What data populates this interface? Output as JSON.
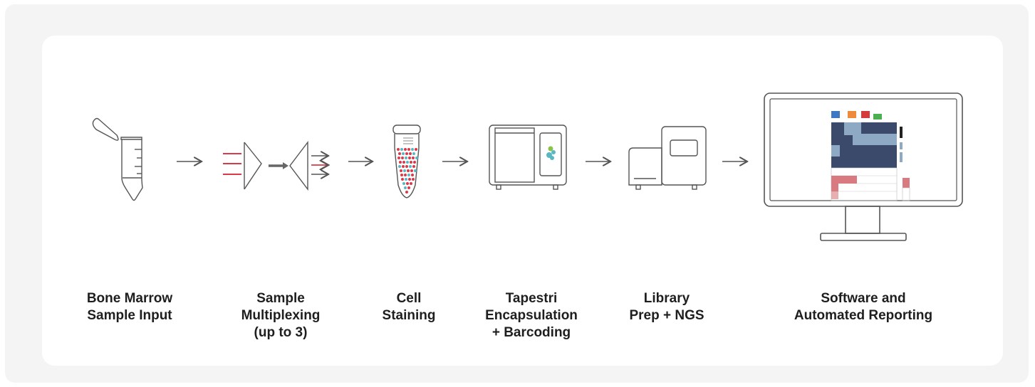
{
  "steps": [
    {
      "id": "bone-marrow",
      "label": "Bone Marrow\nSample Input"
    },
    {
      "id": "multiplexing",
      "label": "Sample\nMultiplexing\n(up to 3)"
    },
    {
      "id": "staining",
      "label": "Cell\nStaining"
    },
    {
      "id": "encapsulation",
      "label": "Tapestri\nEncapsulation\n+ Barcoding"
    },
    {
      "id": "library",
      "label": "Library\nPrep + NGS"
    },
    {
      "id": "reporting",
      "label": "Software and\nAutomated Reporting"
    }
  ],
  "colors": {
    "outer_bg": "#f3f4f3",
    "card_bg": "#ffffff",
    "stroke": "#555555",
    "red": "#d93a4a",
    "teal": "#58b7c3",
    "navy": "#3b4a6b",
    "steel": "#8ea9c4"
  }
}
